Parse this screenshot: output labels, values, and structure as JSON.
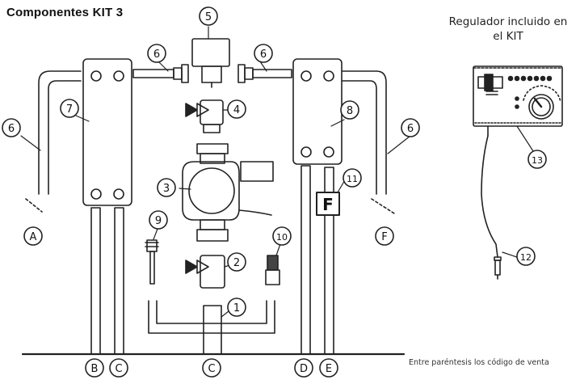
{
  "title": "Componentes KIT 3",
  "regulator_label": {
    "line1": "Regulador incluido en",
    "line2": "el KIT"
  },
  "footnote": "Entre paréntesis los código de venta",
  "number_callouts": [
    "1",
    "2",
    "3",
    "4",
    "5",
    "6",
    "6",
    "6",
    "6",
    "7",
    "8",
    "9",
    "10",
    "11",
    "12",
    "13"
  ],
  "letter_callouts": [
    "A",
    "B",
    "C",
    "C",
    "D",
    "E",
    "F"
  ],
  "filter_mark": "F"
}
